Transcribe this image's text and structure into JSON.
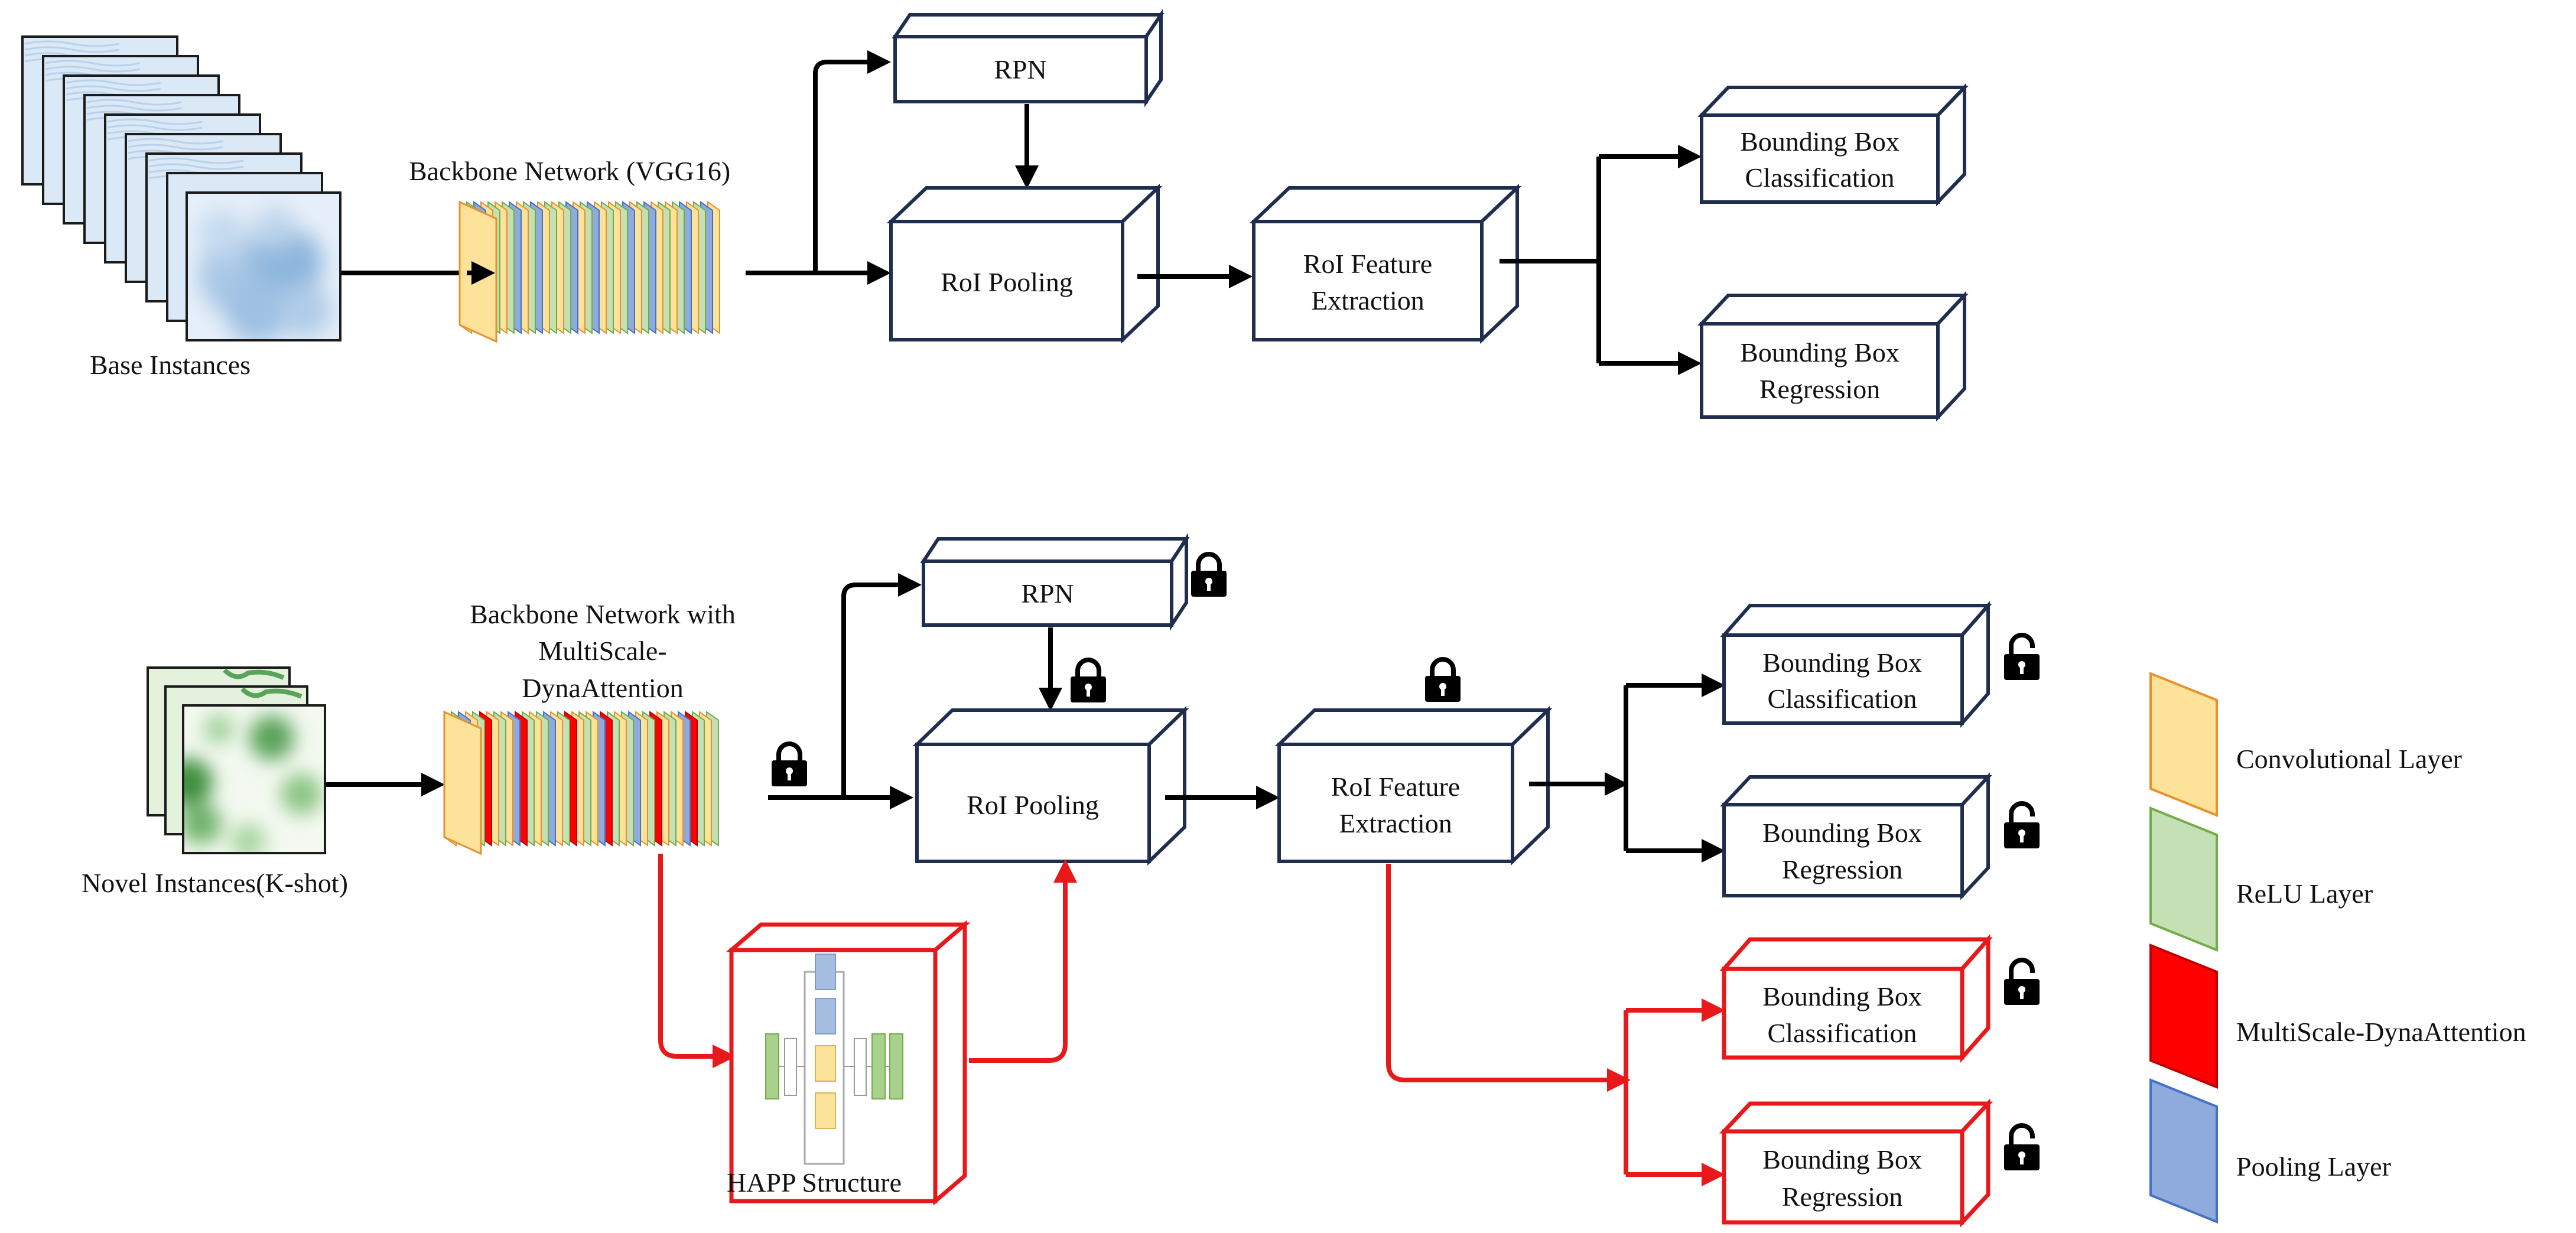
{
  "top_row": {
    "input_label": "Base Instances",
    "backbone_label": "Backbone Network (VGG16)",
    "rpn_label": "RPN",
    "roi_pooling_label": "RoI Pooling",
    "roi_feature_line1": "RoI Feature",
    "roi_feature_line2": "Extraction",
    "bbox_cls_line1": "Bounding Box",
    "bbox_cls_line2": "Classification",
    "bbox_reg_line1": "Bounding Box",
    "bbox_reg_line2": "Regression"
  },
  "bottom_row": {
    "input_label": "Novel Instances(K-shot)",
    "backbone_line1": "Backbone Network with",
    "backbone_line2": "MultiScale-",
    "backbone_line3": "DynaAttention",
    "rpn_label": "RPN",
    "roi_pooling_label": "RoI Pooling",
    "roi_feature_line1": "RoI Feature",
    "roi_feature_line2": "Extraction",
    "happ_label": "HAPP Structure",
    "bbox_cls_line1": "Bounding Box",
    "bbox_cls_line2": "Classification",
    "bbox_reg_line1": "Bounding Box",
    "bbox_reg_line2": "Regression",
    "red_cls_line1": "Bounding Box",
    "red_cls_line2": "Classification",
    "red_reg_line1": "Bounding Box",
    "red_reg_line2": "Regression"
  },
  "legend": {
    "conv_label": "Convolutional Layer",
    "relu_label": "ReLU Layer",
    "msda_label": "MultiScale-DynaAttention",
    "pool_label": "Pooling Layer"
  },
  "colors": {
    "conv": "#fde29a",
    "conv_border": "#e8912c",
    "relu": "#c5e0b4",
    "relu_border": "#70ad47",
    "msda": "#ff0000",
    "pool": "#8faadc",
    "pool_border": "#4472c4",
    "box_border": "#1f2d4e",
    "red_path": "#e8191a"
  }
}
